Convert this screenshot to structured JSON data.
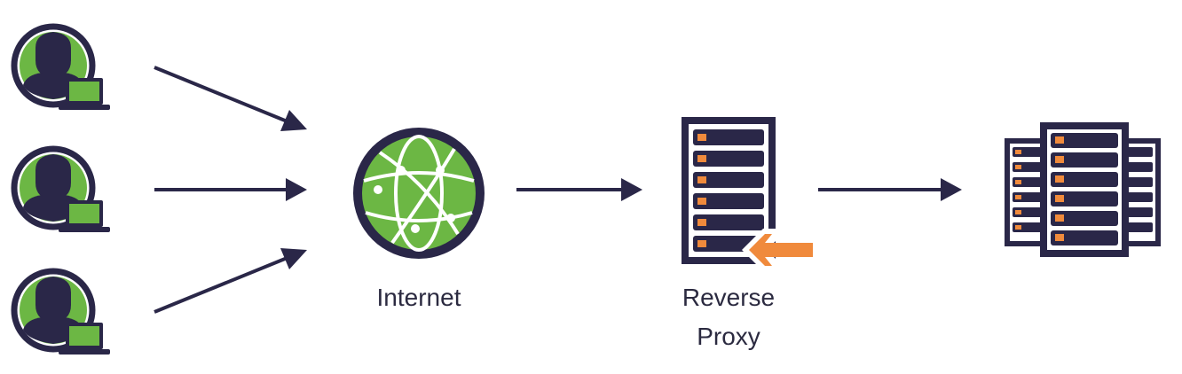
{
  "colors": {
    "navy": "#2a2748",
    "green": "#6cb744",
    "orange": "#f08a3c",
    "label": "#2b2a40",
    "white": "#ffffff"
  },
  "nodes": {
    "internet": {
      "label": "Internet",
      "icon": "globe-icon"
    },
    "reverse_proxy": {
      "label_line1": "Reverse",
      "label_line2": "Proxy",
      "icon": "server-rack-icon",
      "badge_icon": "arrow-left-icon"
    },
    "backend": {
      "icon": "server-cluster-icon"
    },
    "users": [
      {
        "icon": "user-with-laptop-icon"
      },
      {
        "icon": "user-with-laptop-icon"
      },
      {
        "icon": "user-with-laptop-icon"
      }
    ]
  }
}
